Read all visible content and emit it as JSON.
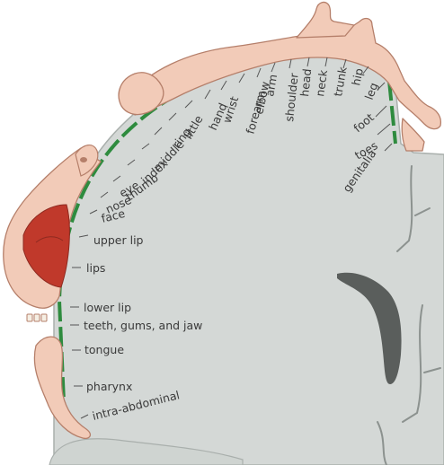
{
  "colors": {
    "background": "#ffffff",
    "brain": "#d4d8d6",
    "brain_outline": "#a9afac",
    "sulcus": "#8c928f",
    "ventricle": "#5a5e5c",
    "cortex_band": "#2e8b3e",
    "body_fill": "#f2cbb8",
    "body_outline": "#b57f6a",
    "mouth": "#c0392b",
    "tick": "#555555"
  },
  "labels": [
    {
      "key": "genitalia",
      "text": "genitalia"
    },
    {
      "key": "toes",
      "text": "toes"
    },
    {
      "key": "foot",
      "text": "foot"
    },
    {
      "key": "leg",
      "text": "leg"
    },
    {
      "key": "hip",
      "text": "hip"
    },
    {
      "key": "trunk",
      "text": "trunk"
    },
    {
      "key": "neck",
      "text": "neck"
    },
    {
      "key": "head",
      "text": "head"
    },
    {
      "key": "shoulder",
      "text": "shoulder"
    },
    {
      "key": "arm",
      "text": "arm"
    },
    {
      "key": "elbow",
      "text": "elbow"
    },
    {
      "key": "forearm",
      "text": "forearm"
    },
    {
      "key": "wrist",
      "text": "wrist"
    },
    {
      "key": "hand",
      "text": "hand"
    },
    {
      "key": "little",
      "text": "little"
    },
    {
      "key": "ring",
      "text": "ring"
    },
    {
      "key": "middle",
      "text": "middle"
    },
    {
      "key": "index",
      "text": "index"
    },
    {
      "key": "thumb",
      "text": "thumb"
    },
    {
      "key": "eye",
      "text": "eye"
    },
    {
      "key": "nose",
      "text": "nose"
    },
    {
      "key": "face",
      "text": "face"
    },
    {
      "key": "upper_lip",
      "text": "upper lip"
    },
    {
      "key": "lips",
      "text": "lips"
    },
    {
      "key": "lower_lip",
      "text": "lower lip"
    },
    {
      "key": "teeth",
      "text": "teeth, gums, and jaw"
    },
    {
      "key": "tongue",
      "text": "tongue"
    },
    {
      "key": "pharynx",
      "text": "pharynx"
    },
    {
      "key": "intra_abdominal",
      "text": "intra-abdominal"
    }
  ]
}
